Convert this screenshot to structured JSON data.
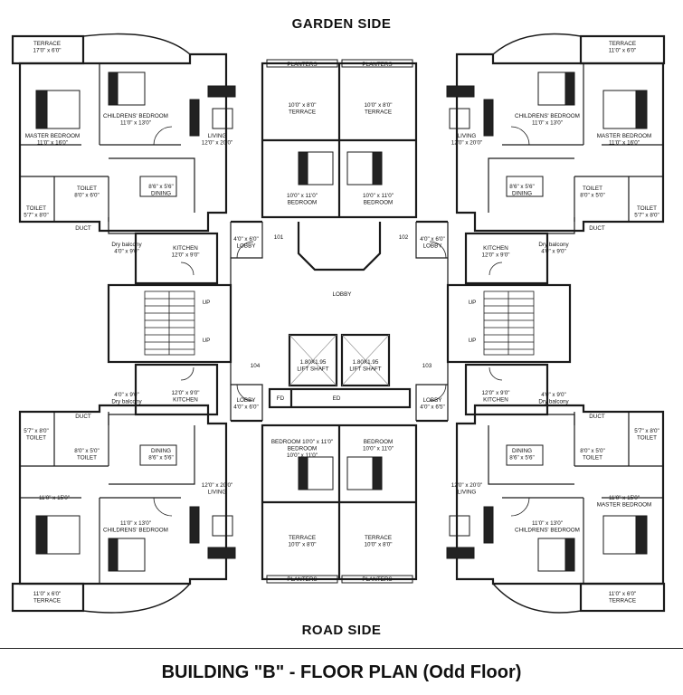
{
  "headings": {
    "top": "GARDEN SIDE",
    "bottom": "ROAD SIDE",
    "title": "BUILDING \"B\" - FLOOR PLAN (Odd Floor)"
  },
  "rooms": {
    "terrace_tl": [
      "TERRACE",
      "17'0\" x 6'0\""
    ],
    "terrace_tr": [
      "TERRACE",
      "11'0\" x 6'0\""
    ],
    "terrace_bl": [
      "11'0\" x 6'0\"",
      "TERRACE"
    ],
    "terrace_br": [
      "11'0\" x 6'0\"",
      "TERRACE"
    ],
    "master_tl": [
      "MASTER BEDROOM",
      "11'0\" x 16'0\""
    ],
    "master_tr": [
      "MASTER BEDROOM",
      "11'0\" x 16'0\""
    ],
    "master_bl": [
      "11'0\" x 15'0\""
    ],
    "master_br": [
      "11'0\" x 15'0\"",
      "MASTER BEDROOM"
    ],
    "child_tl": [
      "CHILDRENS' BEDROOM",
      "11'0\" x 13'0\""
    ],
    "child_tr": [
      "CHILDRENS' BEDROOM",
      "11'0\" x 13'0\""
    ],
    "child_bl": [
      "11'0\" x 13'0\"",
      "CHILDRENS' BEDROOM"
    ],
    "child_br": [
      "11'0\" x 13'0\"",
      "CHILDRENS' BEDROOM"
    ],
    "living_tl": [
      "LIVING",
      "12'0\" x 20'0\""
    ],
    "living_tr": [
      "LIVING",
      "12'0\" x 20'0\""
    ],
    "living_bl": [
      "12'0\" x 20'0\"",
      "LIVING"
    ],
    "living_br": [
      "12'0\" x 20'0\"",
      "LIVING"
    ],
    "dining_tl": [
      "8'6\" x 5'6\"",
      "DINING"
    ],
    "dining_tr": [
      "8'6\" x 5'6\"",
      "DINING"
    ],
    "dining_bl": [
      "DINING",
      "8'6\" x 5'6\""
    ],
    "dining_br": [
      "DINING",
      "8'6\" x 5'6\""
    ],
    "toilet_tl_a": [
      "TOILET",
      "8'0\" x 6'0\""
    ],
    "toilet_tl_b": [
      "TOILET",
      "5'7\" x 8'0\""
    ],
    "toilet_tr_a": [
      "TOILET",
      "8'0\" x 5'0\""
    ],
    "toilet_tr_b": [
      "TOILET",
      "5'7\" x 8'0\""
    ],
    "toilet_bl_a": [
      "5'7\" x 8'0\"",
      "TOILET"
    ],
    "toilet_bl_b": [
      "8'0\" x 5'0\"",
      "TOILET"
    ],
    "toilet_br_a": [
      "8'0\" x 5'0\"",
      "TOILET"
    ],
    "toilet_br_b": [
      "5'7\" x 8'0\"",
      "TOILET"
    ],
    "duct_tl": [
      "DUCT"
    ],
    "duct_tr": [
      "DUCT"
    ],
    "duct_bl": [
      "DUCT"
    ],
    "duct_br": [
      "DUCT"
    ],
    "drybal_tl": [
      "Dry balcony",
      "4'0\" x 9'0\""
    ],
    "drybal_tr": [
      "Dry balcony",
      "4'0\" x 9'0\""
    ],
    "drybal_bl": [
      "4'0\" x 9'0\"",
      "Dry balcony"
    ],
    "drybal_br": [
      "4'0\" x 9'0\"",
      "Dry balcony"
    ],
    "kitchen_tl": [
      "KITCHEN",
      "12'0\" x 9'0\""
    ],
    "kitchen_tr": [
      "KITCHEN",
      "12'0\" x 9'0\""
    ],
    "kitchen_bl": [
      "12'0\" x 9'0\"",
      "KITCHEN"
    ],
    "kitchen_br": [
      "12'0\" x 9'0\"",
      "KITCHEN"
    ],
    "lobby_tl": [
      "4'0\" x 6'0\"",
      "LOBBY"
    ],
    "lobby_tr": [
      "4'0\" x 6'0\"",
      "LOBBY"
    ],
    "lobby_bl": [
      "LOBBY",
      "4'0\" x 6'0\""
    ],
    "lobby_br": [
      "LOBBY",
      "4'0\" x 6'5\""
    ],
    "terrace_mid_tl": [
      "10'0\" x 8'0\"",
      "TERRACE"
    ],
    "terrace_mid_tr": [
      "10'0\" x 8'0\"",
      "TERRACE"
    ],
    "terrace_mid_bl": [
      "TERRACE",
      "10'0\" x 8'0\""
    ],
    "terrace_mid_br": [
      "TERRACE",
      "10'0\" x 8'0\""
    ],
    "bed_mid_tl": [
      "10'0\" x 11'0\"",
      "BEDROOM"
    ],
    "bed_mid_tr": [
      "10'0\" x 11'0\"",
      "BEDROOM"
    ],
    "bed_mid_bl": [
      "BEDROOM 10'0\" x 11'0\"",
      "BEDROOM",
      "10'0\" x 11'0\""
    ],
    "bed_mid_br": [
      "BEDROOM",
      "10'0\" x 11'0\""
    ],
    "lobby_center": [
      "LOBBY"
    ],
    "lift1": [
      "1.80X1.95",
      "LIFT SHAFT"
    ],
    "lift2": [
      "1.80X1.95",
      "LIFT SHAFT"
    ],
    "fd": [
      "FD"
    ],
    "ed": [
      "ED"
    ],
    "planter_tl": [
      "PLANTERS"
    ],
    "planter_tr": [
      "PLANTERS"
    ],
    "planter_bl": [
      "PLANTERS"
    ],
    "planter_br": [
      "PLANTERS"
    ],
    "up1": [
      "UP"
    ],
    "up2": [
      "UP"
    ],
    "up3": [
      "UP"
    ],
    "up4": [
      "UP"
    ],
    "flat101": [
      "101"
    ],
    "flat102": [
      "102"
    ],
    "flat103": [
      "103"
    ],
    "flat104": [
      "104"
    ]
  }
}
